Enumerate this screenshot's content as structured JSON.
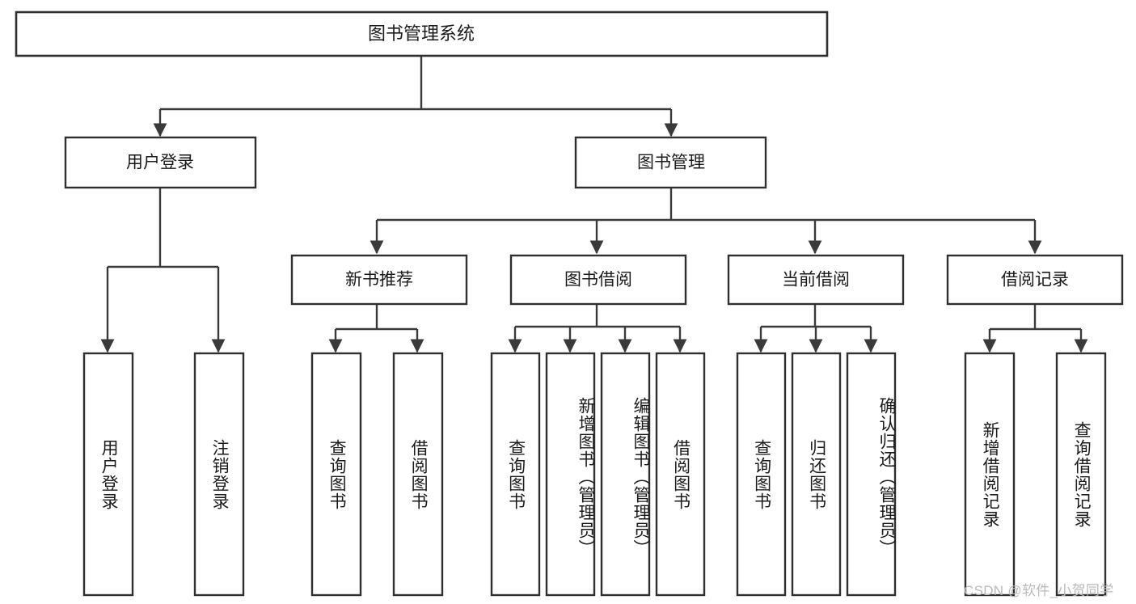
{
  "diagram": {
    "title": "图书管理系统",
    "type": "tree-hierarchy-flowchart",
    "colors": {
      "box_stroke": "#2f2f2f",
      "box_fill": "#ffffff",
      "edge": "#3a3a3a",
      "text": "#1a1a1a",
      "watermark": "#b9b9b9",
      "background": "#ffffff"
    },
    "root": {
      "label": "图书管理系统"
    },
    "level1": [
      {
        "label": "用户登录"
      },
      {
        "label": "图书管理"
      }
    ],
    "level2": [
      {
        "label": "新书推荐"
      },
      {
        "label": "图书借阅"
      },
      {
        "label": "当前借阅"
      },
      {
        "label": "借阅记录"
      }
    ],
    "leaves": {
      "user_login": [
        {
          "label": "用户登录"
        },
        {
          "label": "注销登录"
        }
      ],
      "new_book_recommend": [
        {
          "label": "查询图书"
        },
        {
          "label": "借阅图书"
        }
      ],
      "book_borrow": [
        {
          "label": "查询图书"
        },
        {
          "label": "新增图书（管理员）"
        },
        {
          "label": "编辑图书（管理员）"
        },
        {
          "label": "借阅图书"
        }
      ],
      "current_borrow": [
        {
          "label": "查询图书"
        },
        {
          "label": "归还图书"
        },
        {
          "label": "确认归还（管理员）"
        }
      ],
      "borrow_record": [
        {
          "label": "新增借阅记录"
        },
        {
          "label": "查询借阅记录"
        }
      ]
    }
  },
  "watermark": {
    "text": "CSDN @软件_小贺同学"
  }
}
